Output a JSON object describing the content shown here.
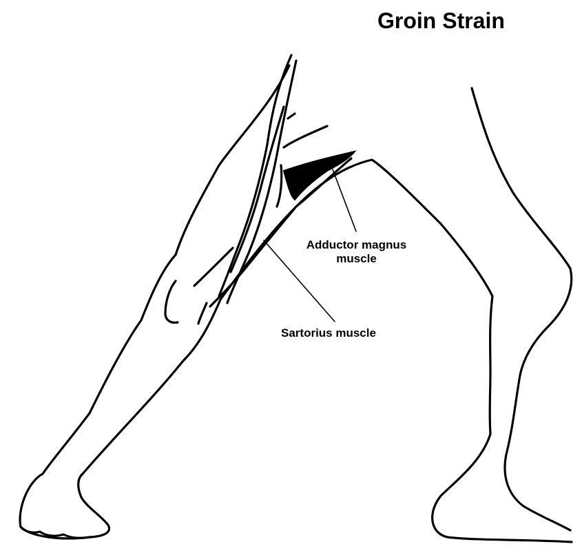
{
  "title": "Groin Strain",
  "labels": {
    "adductor_line1": "Adductor magnus",
    "adductor_line2": "muscle",
    "sartorius": "Sartorius muscle"
  },
  "colors": {
    "ink": "#000000",
    "background": "#ffffff"
  }
}
